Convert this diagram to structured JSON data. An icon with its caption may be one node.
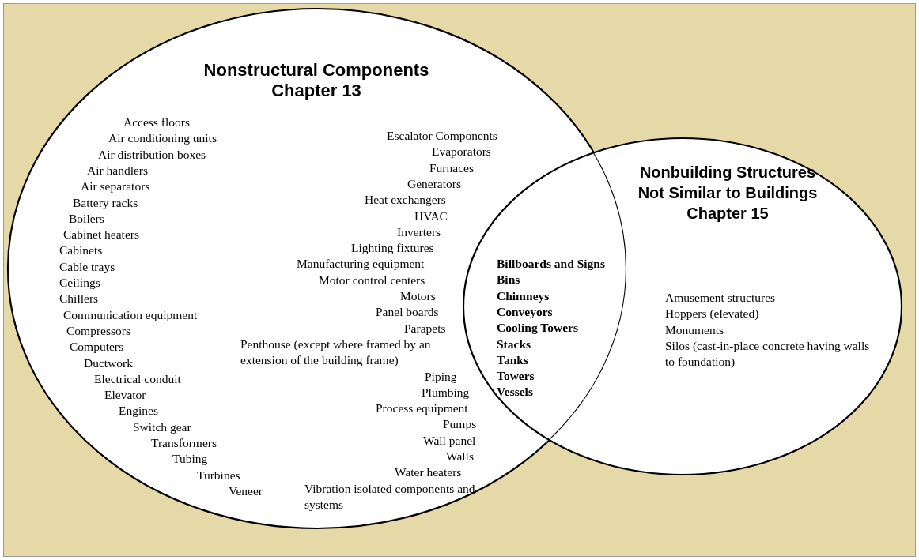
{
  "diagram": {
    "nodes": [
      {
        "text": [
          "Nonstructural Components Chapter 13"
        ]
      },
      {
        "text": [
          "Nonbuilding Structures Not Similar to Buildings Chapter 15"
        ]
      }
    ],
    "labels": [
      "Access floors",
      "Air conditioning units",
      "Air distribution boxes",
      "Air handlers",
      "Air separators",
      "Battery racks",
      "Boilers",
      "Cabinet heaters",
      "Cabinets",
      "Cable trays",
      "Ceilings",
      "Chillers",
      "Communication equipment",
      "Compressors",
      "Computers",
      "Ductwork",
      "Electrical conduit",
      "Elevator",
      "Engines",
      "Switch gear",
      "Transformers",
      "Tubing",
      "Turbines",
      "Veneer",
      "Escalator Components",
      "Evaporators",
      "Furnaces",
      "Generators",
      "Heat exchangers",
      "HVAC",
      "Inverters",
      "Lighting fixtures",
      "Manufacturing equipment",
      "Motor control centers",
      "Motors",
      "Panel boards",
      "Parapets",
      "Penthouse (except where framed by an extension of the building frame)",
      "Piping",
      "Plumbing",
      "Process equipment",
      "Pumps",
      "Wall panel",
      "Walls",
      "Water heaters",
      "Vibration isolated components and systems",
      "Billboards and Signs",
      "Bins",
      "Chimneys",
      "Conveyors",
      "Cooling Towers",
      "Stacks",
      "Tanks",
      "Towers",
      "Vessels",
      "Amusement structures",
      "Hoppers (elevated)",
      "Monuments",
      "Silos (cast-in-place concrete having walls to foundation)"
    ]
  }
}
